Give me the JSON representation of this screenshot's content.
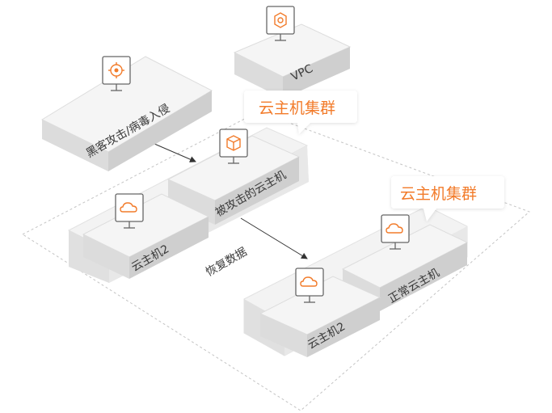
{
  "nodes": {
    "hacker": {
      "label": "黑客攻击/病毒入侵",
      "icon": "virus-target-icon"
    },
    "vpc": {
      "label": "VPC",
      "icon": "vpc-gear-icon"
    },
    "attacked_host": {
      "label": "被攻击的云主机",
      "icon": "attacked-cube-icon"
    },
    "cluster1_host2": {
      "label": "云主机2",
      "icon": "cloud-icon"
    },
    "cluster2_host2": {
      "label": "云主机2",
      "icon": "cloud-icon"
    },
    "normal_host": {
      "label": "正常云主机",
      "icon": "cloud-icon"
    }
  },
  "callouts": {
    "cluster1": "云主机集群",
    "cluster2": "云主机集群"
  },
  "flows": {
    "recover": "恢复数据"
  },
  "colors": {
    "accent": "#f27b2a",
    "box_top": "#f4f4f4",
    "box_side": "#d9d9d9",
    "platform": "#ececec",
    "dashed": "#bdbdbd",
    "text": "#3a3a3a"
  }
}
